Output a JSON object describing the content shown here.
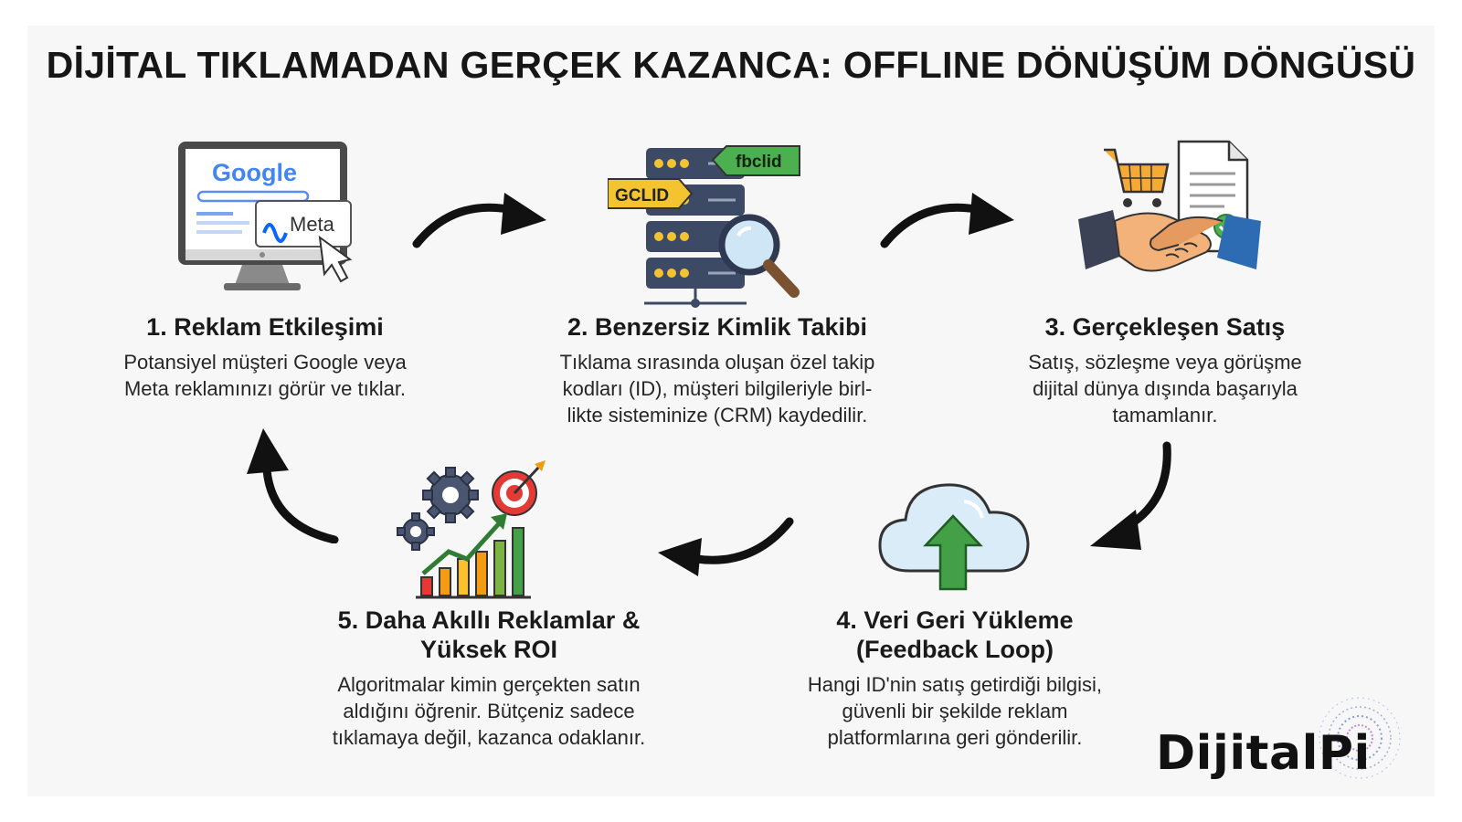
{
  "title": "DİJİTAL TIKLAMADAN GERÇEK KAZANCA: OFFLINE DÖNÜŞÜM DÖNGÜSÜ",
  "steps": [
    {
      "heading": "1. Reklam Etkileşimi",
      "lines": [
        "Potansiyel müşteri Google veya",
        "Meta reklamınızı görür ve tıklar."
      ],
      "icon": "monitor-google-meta-click-icon",
      "icon_text": {
        "google": "Google",
        "meta": "Meta"
      }
    },
    {
      "heading": "2. Benzersiz Kimlik Takibi",
      "lines": [
        "Tıklama sırasında oluşan özel takip",
        "kodları (ID), müşteri bilgileriyle birl-",
        "likte sisteminize (CRM) kaydedilir."
      ],
      "icon": "server-magnifier-icon",
      "icon_text": {
        "gclid": "GCLID",
        "fbclid": "fbclid"
      }
    },
    {
      "heading": "3. Gerçekleşen Satış",
      "lines": [
        "Satış, sözleşme veya görüşme",
        "dijital dünya dışında başarıyla",
        "tamamlanır."
      ],
      "icon": "handshake-cart-contract-icon"
    },
    {
      "heading_lines": [
        "4. Veri Geri Yükleme",
        "(Feedback Loop)"
      ],
      "lines": [
        "Hangi ID'nin satış getirdiği bilgisi,",
        "güvenli bir şekilde reklam",
        "platformlarına geri gönderilir."
      ],
      "icon": "cloud-upload-icon"
    },
    {
      "heading_lines": [
        "5. Daha Akıllı Reklamlar &",
        "Yüksek ROI"
      ],
      "lines": [
        "Algoritmalar kimin gerçekten satın",
        "aldığını öğrenir. Bütçeniz sadece",
        "tıklamaya değil, kazanca odaklanır."
      ],
      "icon": "gears-growth-chart-target-icon"
    }
  ],
  "brand": "DijitalPi",
  "colors": {
    "google_blue": "#4285F4",
    "google_red": "#EA4335",
    "google_yellow": "#FBBC05",
    "google_green": "#34A853",
    "meta_blue": "#0866FF",
    "server_navy": "#3d4a66",
    "tag_yellow": "#f4c430",
    "tag_green": "#4caf50",
    "cloud_blue": "#d9ecf7",
    "arrow_green": "#43a047",
    "cart_orange": "#f39c12"
  }
}
